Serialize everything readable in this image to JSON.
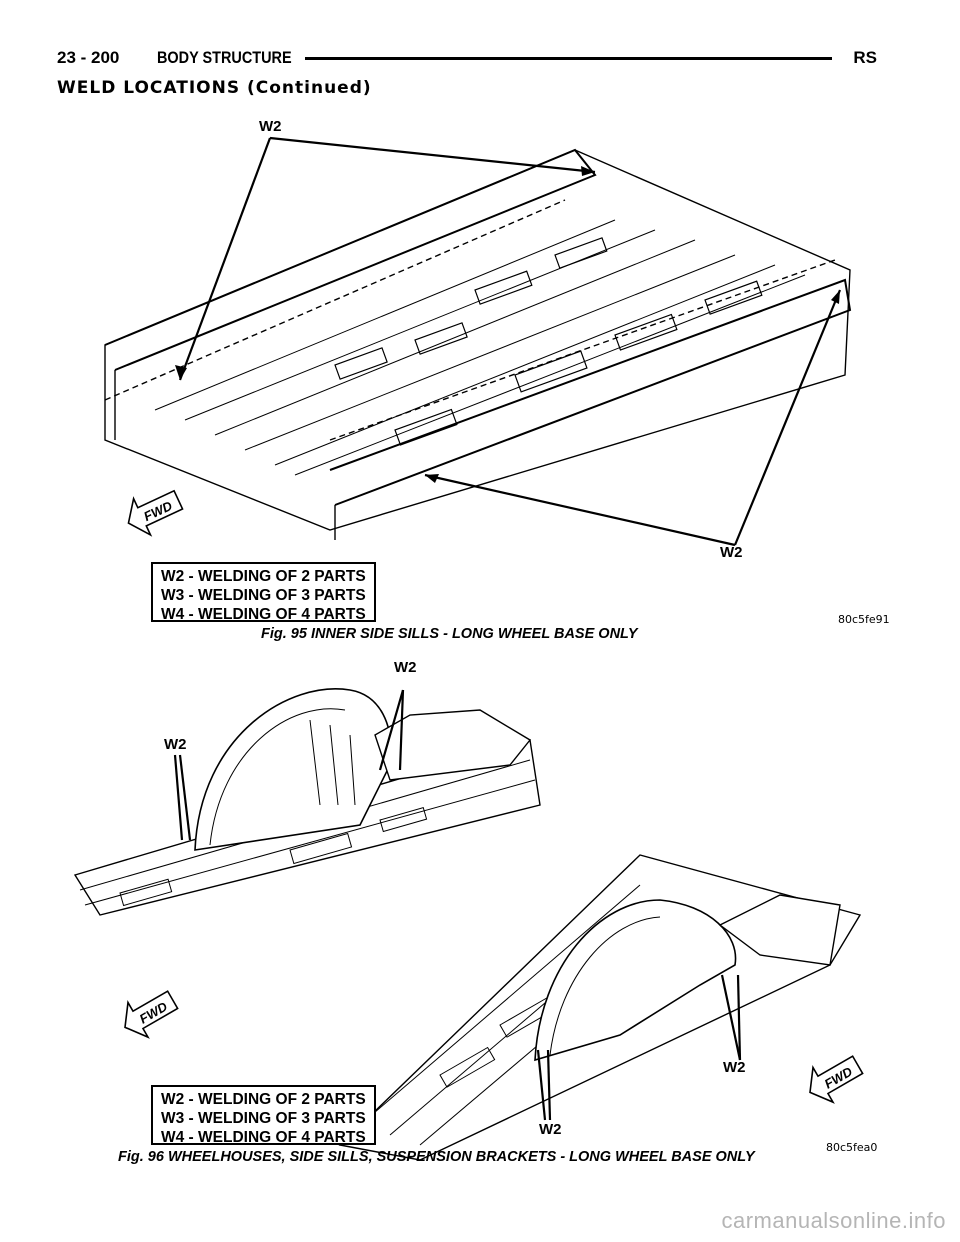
{
  "header": {
    "page_number": "23 - 200",
    "section": "BODY STRUCTURE",
    "model": "RS"
  },
  "subsection_title": "WELD LOCATIONS (Continued)",
  "figure1": {
    "callouts": [
      "W2",
      "W2"
    ],
    "legend": [
      "W2 - WELDING OF 2 PARTS",
      "W3 - WELDING OF 3 PARTS",
      "W4 - WELDING OF 4 PARTS"
    ],
    "fwd_label": "FWD",
    "image_code": "80c5fe91",
    "caption": "Fig. 95 INNER SIDE SILLS - LONG WHEEL BASE ONLY"
  },
  "figure2": {
    "callouts": [
      "W2",
      "W2",
      "W2",
      "W2"
    ],
    "legend": [
      "W2 - WELDING OF 2 PARTS",
      "W3 - WELDING OF 3 PARTS",
      "W4 - WELDING OF 4 PARTS"
    ],
    "fwd_label": "FWD",
    "fwd_label_2": "FWD",
    "image_code": "80c5fea0",
    "caption": "Fig. 96 WHEELHOUSES, SIDE SILLS, SUSPENSION BRACKETS - LONG WHEEL BASE ONLY"
  },
  "watermark": "carmanualsonline.info"
}
